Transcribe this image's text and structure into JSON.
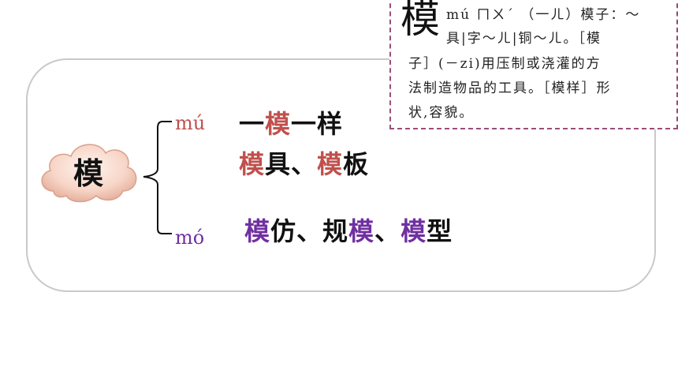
{
  "cloud": {
    "character": "模"
  },
  "readings": [
    {
      "pinyin": "mú",
      "lines": [
        [
          {
            "t": "一",
            "c": "black"
          },
          {
            "t": "模",
            "c": "red"
          },
          {
            "t": "一样",
            "c": "black"
          }
        ],
        [
          {
            "t": "模",
            "c": "red"
          },
          {
            "t": "具、",
            "c": "black"
          },
          {
            "t": "模",
            "c": "red"
          },
          {
            "t": "板",
            "c": "black"
          }
        ]
      ]
    },
    {
      "pinyin": "mó",
      "lines": [
        [
          {
            "t": "模",
            "c": "purple"
          },
          {
            "t": "仿、规",
            "c": "black"
          },
          {
            "t": "模",
            "c": "purple"
          },
          {
            "t": "、",
            "c": "black"
          },
          {
            "t": "模",
            "c": "purple"
          },
          {
            "t": "型",
            "c": "black"
          }
        ]
      ]
    }
  ],
  "dictionary": {
    "headword": "模",
    "lines": [
      "mú ㄇㄨˊ （一ㄦ）模子：～",
      "具|字～ㄦ|铜～ㄦ。［模",
      "子］(－zi)用压制或浇灌的方",
      "法制造物品的工具。［模样］形",
      "状,容貌。"
    ]
  },
  "colors": {
    "mu": "#c0504d",
    "mo": "#7030a0",
    "border": "#c9c9c9",
    "dict_border": "#9a4d7a"
  }
}
